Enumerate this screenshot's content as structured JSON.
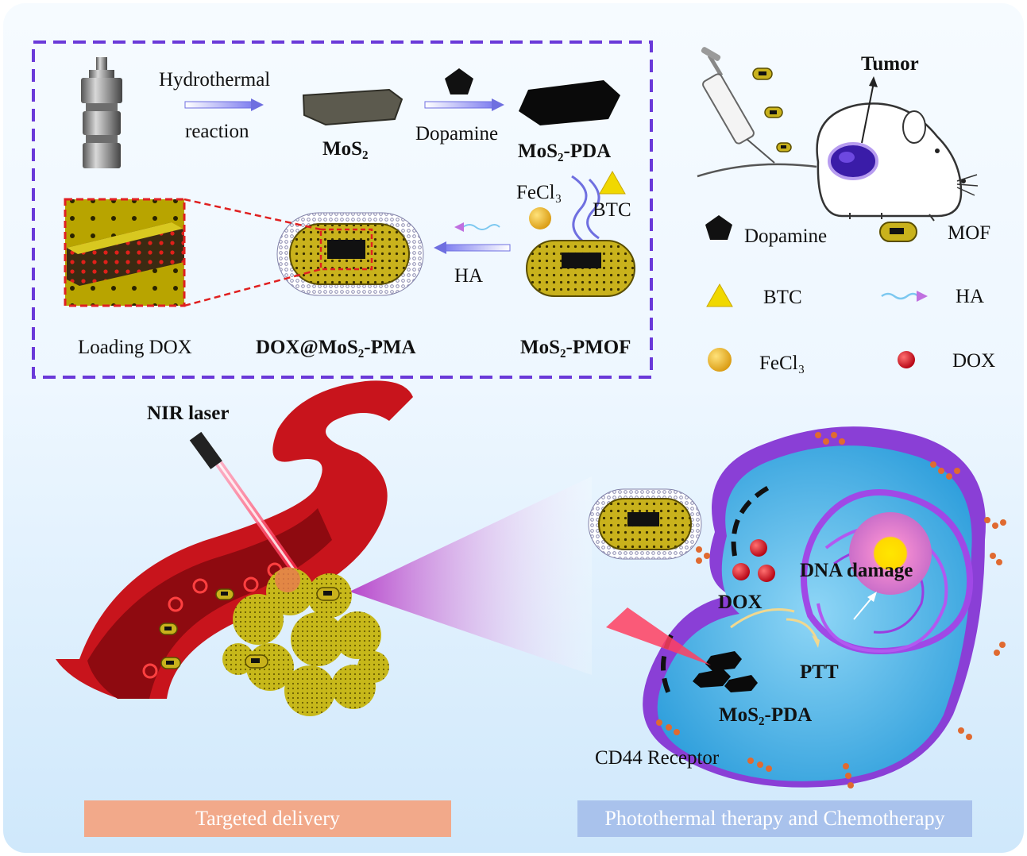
{
  "synthesis": {
    "hydrothermal_line1": "Hydrothermal",
    "hydrothermal_line2": "reaction",
    "mos2": "MoS₂",
    "dopamine": "Dopamine",
    "mos2_pda": "MoS₂-PDA",
    "fecl3": "FeCl₃",
    "btc": "BTC",
    "ha": "HA",
    "loading_dox": "Loading DOX",
    "dox_mos2_pma": "DOX@MoS₂-PMA",
    "mos2_pmof": "MoS₂-PMOF"
  },
  "mouse": {
    "tumor": "Tumor"
  },
  "legend": {
    "dopamine": "Dopamine",
    "mof": "MOF",
    "btc": "BTC",
    "ha": "HA",
    "fecl3": "FeCl₃",
    "dox": "DOX"
  },
  "delivery": {
    "nir_laser": "NIR laser",
    "bar_label": "Targeted delivery"
  },
  "cell": {
    "dna_damage": "DNA damage",
    "dox": "DOX",
    "ptt": "PTT",
    "mos2_pda": "MoS₂-PDA",
    "cd44": "CD44 Receptor",
    "bar_label": "Photothermal therapy and Chemotherapy"
  },
  "colors": {
    "dash_border": "#6a39d9",
    "mof_yellow": "#c9b21c",
    "vessel_red": "#c8141c",
    "cell_membrane": "#8a3fd6",
    "cytoplasm": "#4fb6ea",
    "delivery_bar": "#f2a98a",
    "therapy_bar": "#a9c2ec"
  }
}
